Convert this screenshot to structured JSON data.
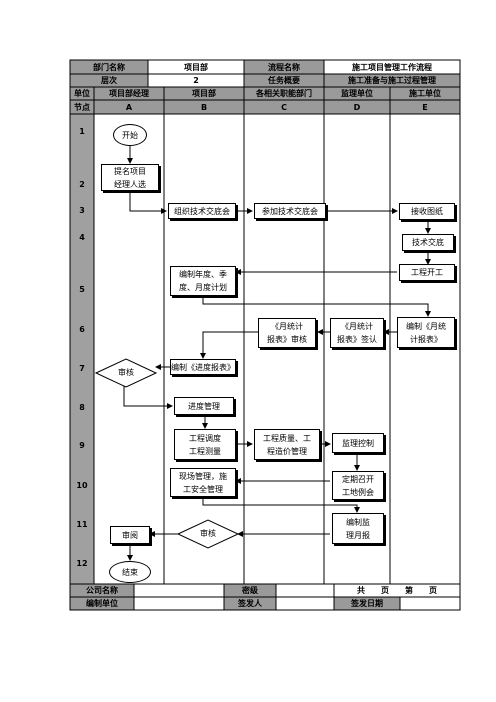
{
  "header": {
    "dept_label": "部门名称",
    "dept_value": "项目部",
    "process_label": "流程名称",
    "process_value": "施工项目管理工作流程",
    "level_label": "层次",
    "level_value": "2",
    "task_label": "任务概要",
    "task_value": "施工准备与施工过程管理"
  },
  "lanes": {
    "unit_label": "单位",
    "node_label": "节点",
    "columns": [
      {
        "name": "项目部经理",
        "code": "A"
      },
      {
        "name": "项目部",
        "code": "B"
      },
      {
        "name": "各相关职能部门",
        "code": "C"
      },
      {
        "name": "监理单位",
        "code": "D"
      },
      {
        "name": "施工单位",
        "code": "E"
      }
    ]
  },
  "nodes": [
    "1",
    "2",
    "3",
    "4",
    "5",
    "6",
    "7",
    "8",
    "9",
    "10",
    "11",
    "12"
  ],
  "shapes": {
    "start": "开始",
    "propose": "提名项目\n经理人选",
    "org_handover": "组织技术交底会",
    "join_handover": "参加技术交底会",
    "receive_drawings": "接收图纸",
    "tech_handover": "技术交底",
    "start_work": "工程开工",
    "plan": "编制年度、季\n度、月度计划",
    "monthly_report_review": "《月统计\n报表》审核",
    "monthly_report_sign": "《月统计\n报表》签认",
    "monthly_report_make": "编制《月统\n计报表》",
    "review_decision_a": "审核",
    "progress_report": "编制《进度报表》",
    "progress_mgmt": "进度管理",
    "dispatch": "工程调度\n工程测量",
    "quality_cost": "工程质量、工\n程造价管理",
    "supervision_control": "监理控制",
    "site_safety": "现场管理，施\n工安全管理",
    "site_meeting": "定期召开\n工地例会",
    "supervision_report": "编制监\n理月报",
    "review_decision_c": "审核",
    "review_read": "审阅",
    "end": "结束"
  },
  "footer": {
    "company_label": "公司名称",
    "secret_label": "密级",
    "pages_text": "共　　页　　第　　页",
    "editor_label": "编制单位",
    "issuer_label": "签发人",
    "issue_date_label": "签发日期"
  }
}
